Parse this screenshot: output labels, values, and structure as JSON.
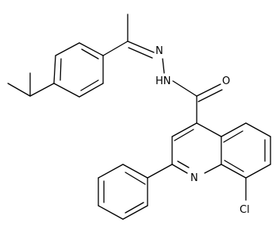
{
  "molecule": {
    "atom_labels": {
      "hydrazone_nh": "HN",
      "hydrazone_n": "N",
      "carbonyl_o": "O",
      "ring_n": "N",
      "chlorine": "Cl"
    }
  },
  "colors": {
    "bond": "#000000",
    "label": "#000000",
    "background": "#ffffff"
  }
}
